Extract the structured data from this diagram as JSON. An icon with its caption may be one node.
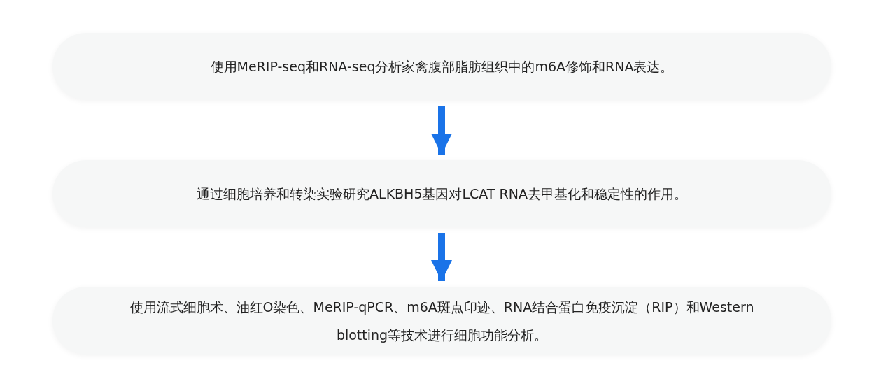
{
  "diagram": {
    "nodes": [
      {
        "text": [
          "使用MeRIP-seq和RNA-seq分析家禽腹部脂肪组织中的m6A修饰和RNA表达。"
        ]
      },
      {
        "text": [
          "通过细胞培养和转染实验研究ALKBH5基因对LCAT RNA去甲基化和稳定性的作用。"
        ]
      },
      {
        "text": [
          "使用流式细胞术、油红O染色、MeRIP-qPCR、m6A斑点印迹、RNA结合蛋白免疫沉淀（RIP）和Western blotting等技术进行细胞功能分析。"
        ]
      }
    ],
    "edges": [
      {
        "from": 0,
        "to": 1,
        "arrow": "to"
      },
      {
        "from": 1,
        "to": 2,
        "arrow": "to"
      }
    ]
  }
}
